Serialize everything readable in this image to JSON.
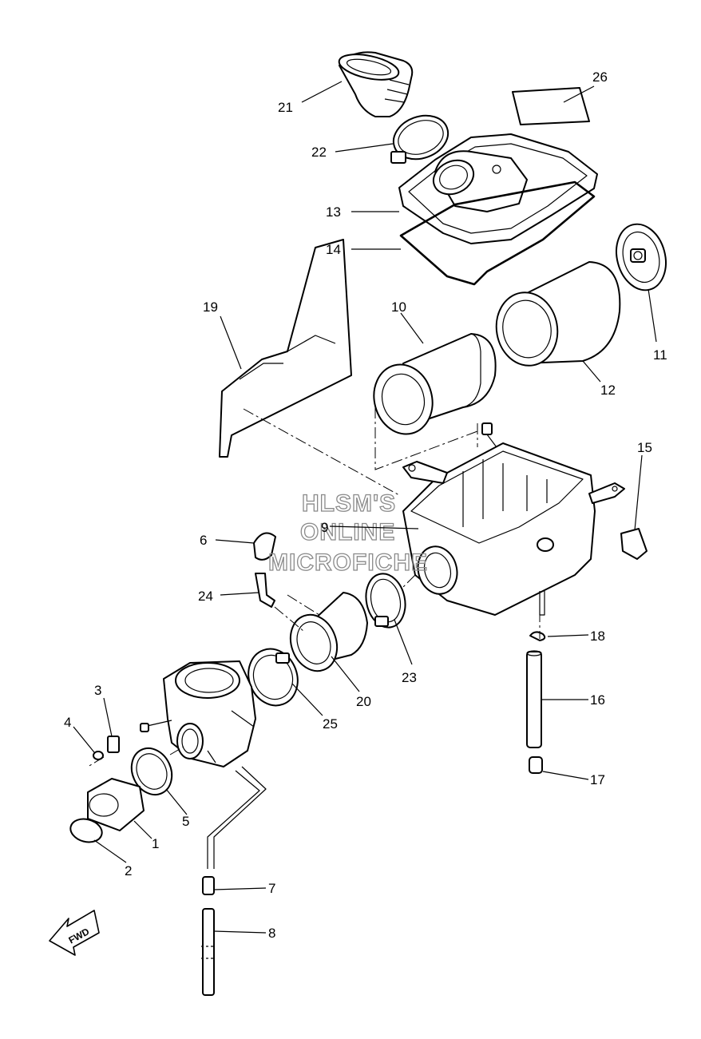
{
  "diagram": {
    "callouts": [
      "1",
      "2",
      "3",
      "4",
      "5",
      "6",
      "7",
      "8",
      "9",
      "10",
      "11",
      "12",
      "13",
      "14",
      "15",
      "16",
      "17",
      "18",
      "19",
      "20",
      "21",
      "22",
      "23",
      "24",
      "25",
      "26"
    ],
    "watermark": {
      "line1": "HLSM'S",
      "line2": "ONLINE",
      "line3": "MICROFICHE"
    },
    "direction_arrow": "FWD"
  }
}
